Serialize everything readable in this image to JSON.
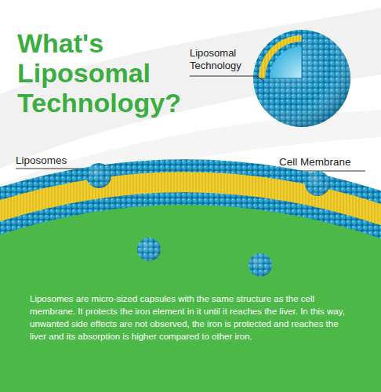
{
  "diagram": {
    "title": "What's Liposomal Technology?",
    "nodes": [
      {
        "text": [
          "Liposomes are micro-sized capsules with the same structure as the cell membrane. It protects the iron element in it until it reaches the liver. In this way, unwanted side effects are not observed, the iron is protected and reaches the liver and its absorption is higher compared to other iron."
        ]
      }
    ],
    "labels": [
      "Liposomal Technology",
      "Liposomes",
      "Cell Membrane"
    ]
  }
}
